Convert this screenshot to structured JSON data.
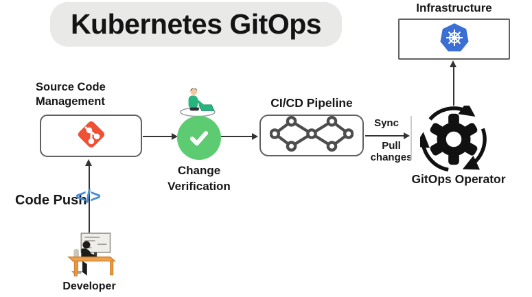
{
  "title": {
    "text": "Kubernetes GitOps"
  },
  "colors": {
    "title_bg": "#e9e9e7",
    "check_green": "#5dcb72",
    "illustration_green": "#27b47e",
    "git_red": "#f05033",
    "k8s_blue": "#3b6fd4",
    "code_blue": "#4a8fd4",
    "box_border": "#606060",
    "arrow": "#333333",
    "divider_gray": "#cccccc"
  },
  "nodes": {
    "infrastructure": {
      "label": "Infrastructure",
      "icon": "kubernetes-logo"
    },
    "source_code_management": {
      "label_line1": "Source Code",
      "label_line2": "Management",
      "icon": "git-logo"
    },
    "change_verification": {
      "label_line1": "Change",
      "label_line2": "Verification",
      "icon": "check-circle"
    },
    "cicd_pipeline": {
      "label": "CI/CD Pipeline",
      "icon": "pipeline-infinity"
    },
    "gitops_operator": {
      "label": "GitOps Operator",
      "icon": "gear-sync-cycle"
    },
    "developer": {
      "label": "Developer",
      "icon": "person-at-desk"
    }
  },
  "edges": {
    "code_push": {
      "label": "Code Push",
      "icon_text": "</>"
    },
    "sync": {
      "label": "Sync"
    },
    "pull_changes": {
      "label": "Pull changes"
    }
  }
}
